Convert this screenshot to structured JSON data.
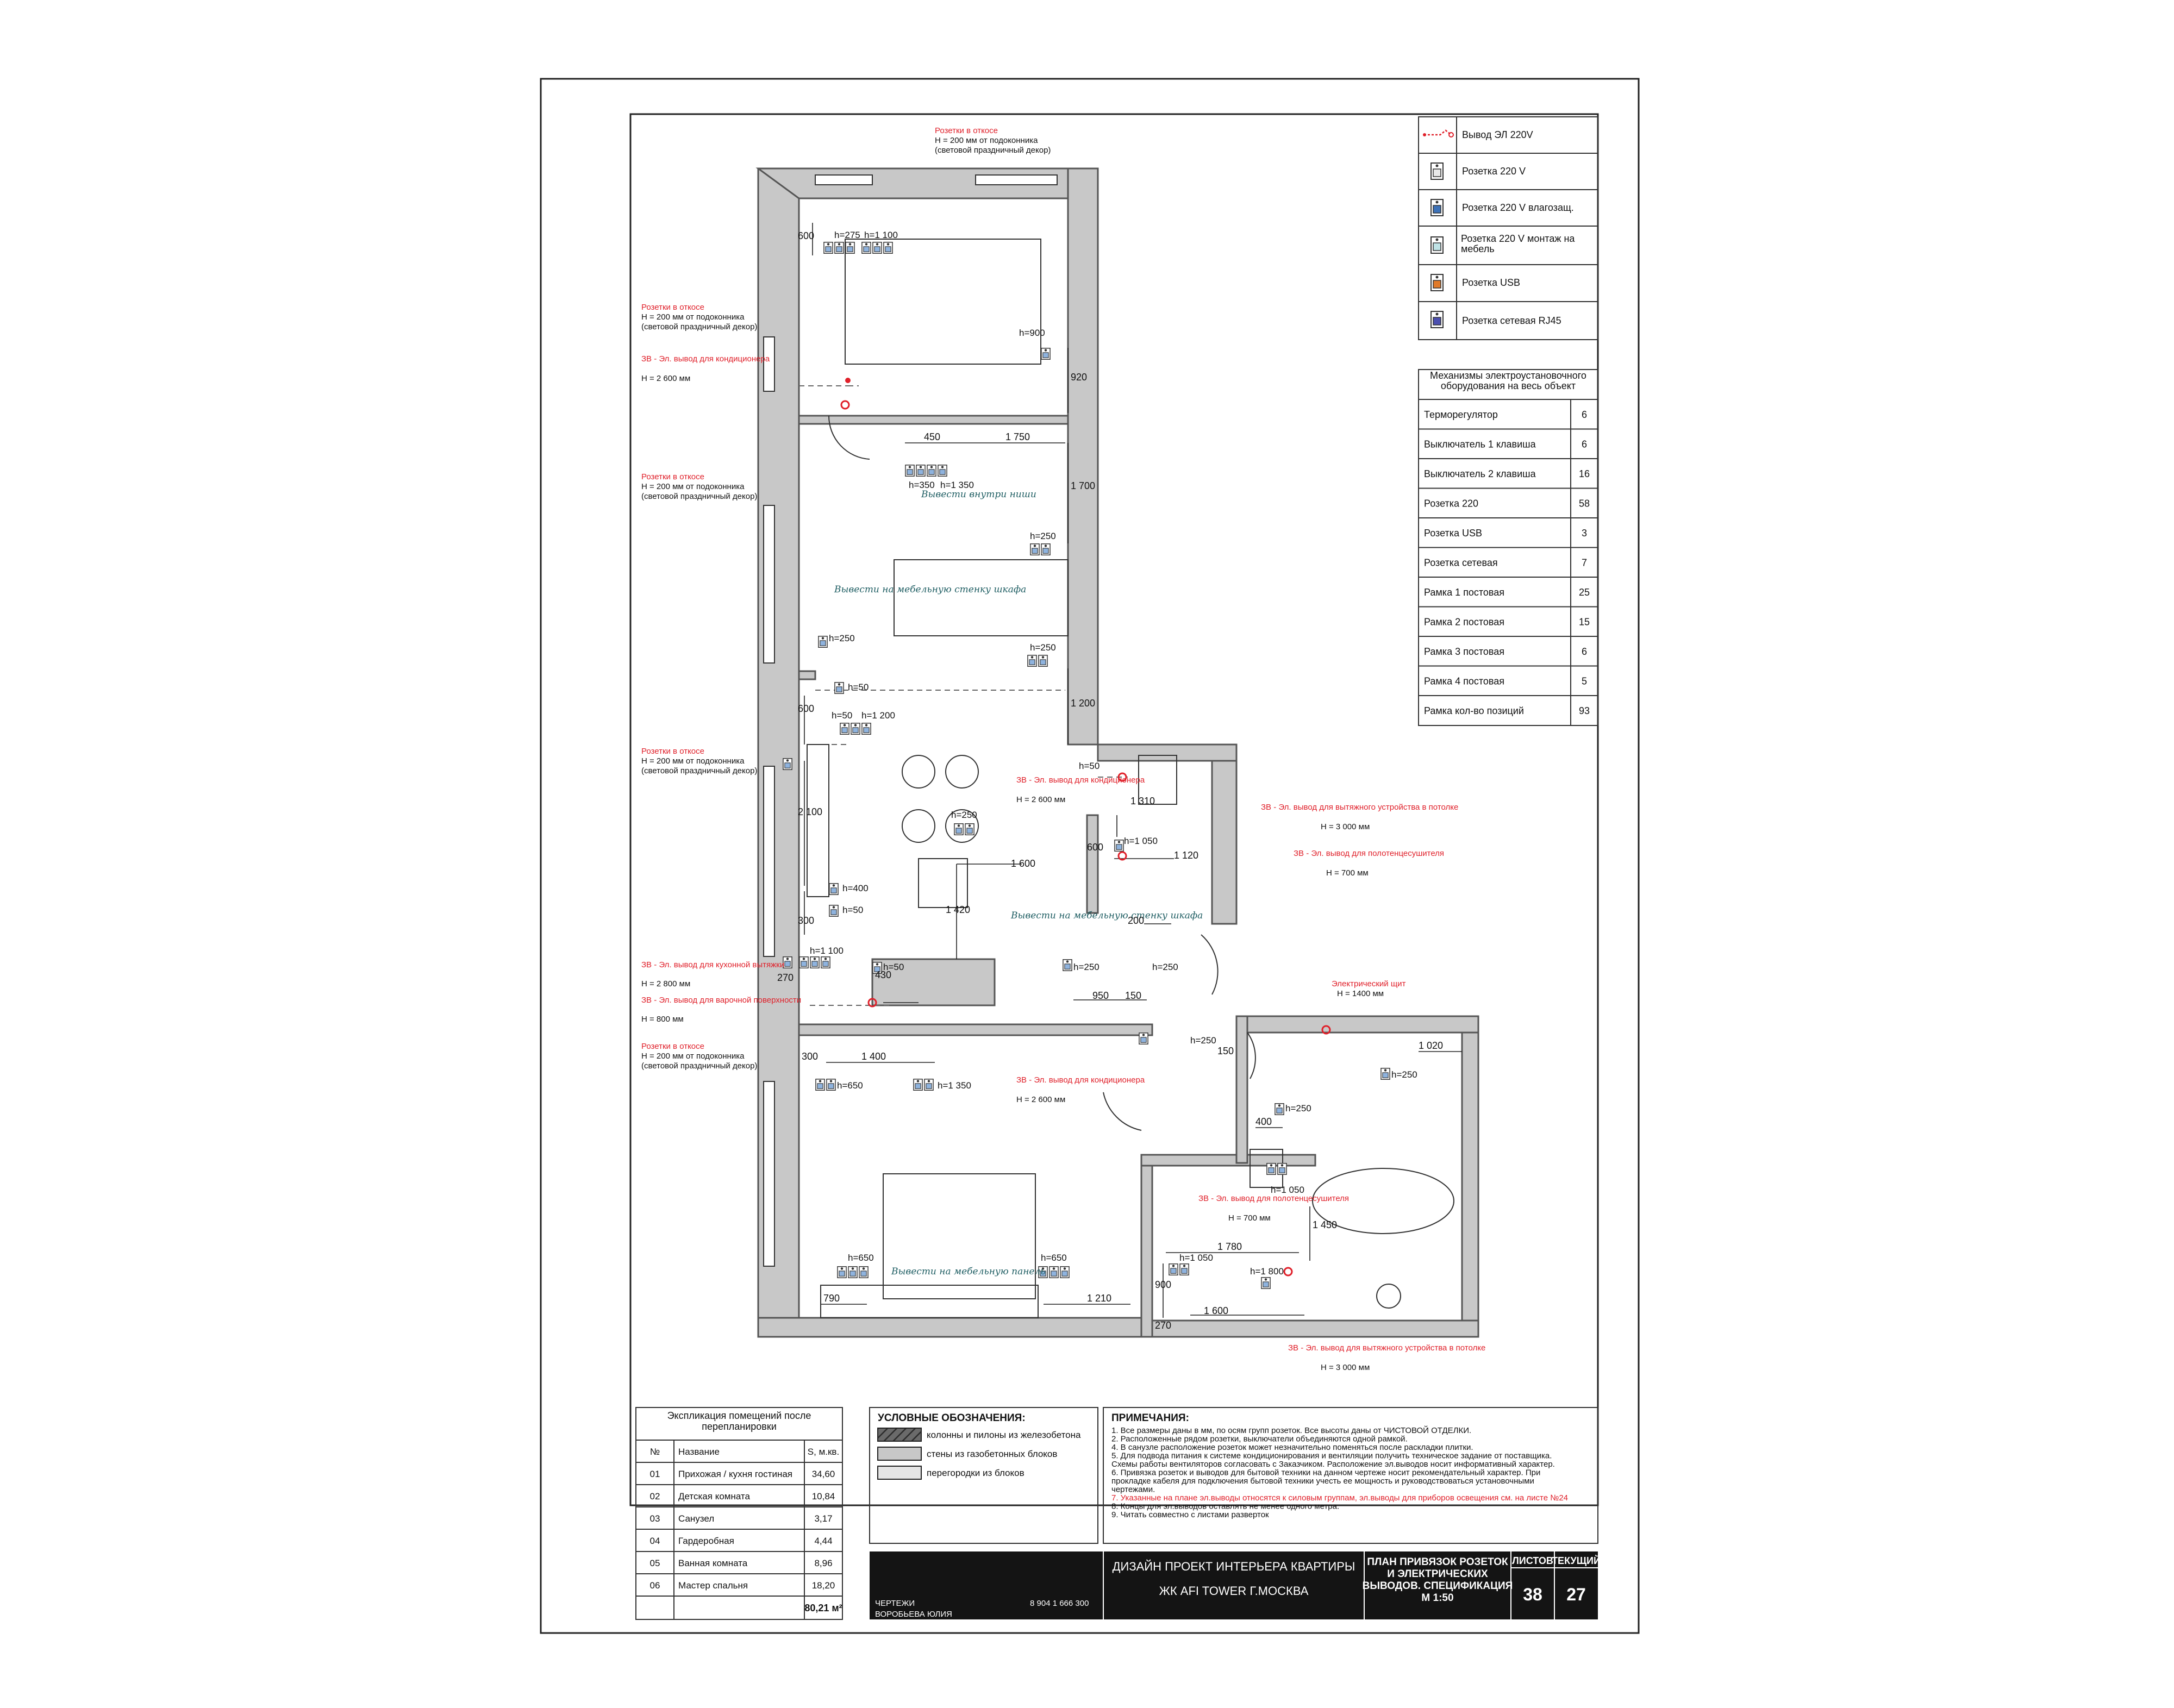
{
  "legend": [
    {
      "label": "Вывод ЭЛ 220V",
      "icon": "red-wire-icon"
    },
    {
      "label": "Розетка 220 V",
      "icon": "socket-icon"
    },
    {
      "label": "Розетка 220 V влагозащ.",
      "icon": "socket-waterproof-icon"
    },
    {
      "label": "Розетка 220 V монтаж на мебель",
      "icon": "socket-furniture-icon"
    },
    {
      "label": "Розетка USB",
      "icon": "socket-usb-icon"
    },
    {
      "label": "Розетка сетевая  RJ45",
      "icon": "socket-rj45-icon"
    }
  ],
  "mechanisms": {
    "title": "Механизмы электроустановочного оборудования на весь объект",
    "rows": [
      {
        "name": "Терморегулятор",
        "count": "6"
      },
      {
        "name": "Выключатель 1 клавиша",
        "count": "6"
      },
      {
        "name": "Выключатель 2 клавиша",
        "count": "16"
      },
      {
        "name": "Розетка 220",
        "count": "58"
      },
      {
        "name": "Розетка  USB",
        "count": "3"
      },
      {
        "name": "Розетка сетевая",
        "count": "7"
      },
      {
        "name": "Рамка 1 постовая",
        "count": "25"
      },
      {
        "name": "Рамка 2 постовая",
        "count": "15"
      },
      {
        "name": "Рамка 3 постовая",
        "count": "6"
      },
      {
        "name": "Рамка 4 постовая",
        "count": "5"
      },
      {
        "name": "Рамка кол-во позиций",
        "count": "93"
      }
    ]
  },
  "notes_plan": {
    "sill_title": "Розетки в откосе",
    "sill_line1": "H = 200 мм от подоконника",
    "sill_line2": "(световой праздничный декор)",
    "ac_title": "ЗВ -  Эл. вывод для кондиционера",
    "ac_line": "H = 2 600 мм",
    "hood_title": "ЗВ -  Эл. вывод для кухонной вытяжки",
    "hood_line": "H = 2 800 мм",
    "counter_title": "ЗВ -  Эл. вывод для варочной поверхности",
    "counter_line": "H = 800 мм",
    "exhaust_title": "ЗВ - Эл. вывод для вытяжного устройства в потолке",
    "exhaust_line": "H = 3 000 мм",
    "towel_title": "ЗВ -  Эл. вывод для полотенцесушителя",
    "towel_line": "H = 700 мм",
    "panel_title": "Электрический щит",
    "panel_line": "H = 1400 мм",
    "teal_tv": "Вывести внутри ниши",
    "teal_wardrobe": "Вывести на мебельную стенку шкафа",
    "teal_furniture_wall": "Вывести на мебельную стенку шкафа",
    "teal_bed": "Вывести на мебельную панель"
  },
  "dims": {
    "d600a": "600",
    "d920": "920",
    "d450": "450",
    "d1750": "1 750",
    "d1700": "1 700",
    "d1200": "1 200",
    "d600b": "600",
    "d2100": "2 100",
    "d300a": "300",
    "d270": "270",
    "d430": "430",
    "d1310": "1 310",
    "d600c": "600",
    "d1120": "1 120",
    "d1600a": "1 600",
    "d1420": "1 420",
    "d200": "200",
    "d950": "950",
    "d150a": "150",
    "d300b": "300",
    "d1400": "1 400",
    "d1020": "1 020",
    "d400": "400",
    "d150b": "150",
    "d1450": "1 450",
    "d790": "790",
    "d1210": "1 210",
    "d1780": "1 780",
    "d900": "900",
    "d1600b": "1 600",
    "d270b": "270"
  },
  "heights": {
    "h275": "h=275",
    "h1100a": "h=1 100",
    "h900": "h=900",
    "h350": "h=350",
    "h1350a": "h=1 350",
    "h250a": "h=250",
    "h250b": "h=250",
    "h250c": "h=250",
    "h50a": "h=50",
    "h50b": "h=50",
    "h1200": "h=1 200",
    "h50c": "h=50",
    "h250d": "h=250",
    "h400": "h=400",
    "h50d": "h=50",
    "h1100b": "h=1 100",
    "h50e": "h=50",
    "h250e": "h=250",
    "h250f": "h=250",
    "h1050a": "h=1 050",
    "h250g": "h=250",
    "h650a": "h=650",
    "h1350b": "h=1 350",
    "h250h": "h=250",
    "h250i": "h=250",
    "h1050b": "h=1 050",
    "h650b": "h=650",
    "h650c": "h=650",
    "h1050c": "h=1 050",
    "h1800": "h=1 800"
  },
  "explication": {
    "title": "Экспликация помещений после перепланировки",
    "headers": [
      "№",
      "Название",
      "S, м.кв."
    ],
    "rows": [
      [
        "01",
        "Прихожая / кухня гостиная",
        "34,60"
      ],
      [
        "02",
        "Детская комната",
        "10,84"
      ],
      [
        "03",
        "Санузел",
        "3,17"
      ],
      [
        "04",
        "Гардеробная",
        "4,44"
      ],
      [
        "05",
        "Ванная комната",
        "8,96"
      ],
      [
        "06",
        "Мастер спальня",
        "18,20"
      ]
    ],
    "total": "80,21 м²"
  },
  "symbols": {
    "title": "УСЛОВНЫЕ ОБОЗНАЧЕНИЯ:",
    "items": [
      {
        "label": "колонны и пилоны из железобетона",
        "color": "#555555"
      },
      {
        "label": "стены из газобетонных блоков",
        "color": "#c8c8c8"
      },
      {
        "label": "перегородки из блоков",
        "color": "#e6e6e6"
      }
    ]
  },
  "remarks": {
    "title": "ПРИМЕЧАНИЯ:",
    "lines": [
      "1. Все размеры даны в мм, по осям групп розеток. Все высоты даны от ЧИСТОВОЙ ОТДЕЛКИ.",
      "2. Расположенные рядом розетки, выключатели объединяются одной рамкой.",
      "4. В санузле расположение розеток может незначительно поменяться после раскладки плитки.",
      "5. Для подвода питания к системе кондиционирования и вентиляции получить техническое задание от поставщика.",
      "Схемы работы вентиляторов согласовать с Заказчиком. Расположение эл.выводов носит информативный характер.",
      "6. Привязка розеток и выводов для бытовой техники на данном чертеже носит рекомендательный характер. При",
      "прокладке кабеля для подключения бытовой техники учесть ее мощность и руководствоваться установочными",
      "чертежами."
    ],
    "red_line": "7. Указанные на плане эл.выводы относятся к силовым группам, эл.выводы для приборов освещения см. на листе №24",
    "tail_lines": [
      "8. Концы для эл.выводов оставлять не менее одного метра.",
      "9. Читать совместно с листами разверток"
    ]
  },
  "titleblock": {
    "drawings_label": "ЧЕРТЕЖИ",
    "author": "ВОРОБЬЕВА ЮЛИЯ",
    "phone": "8 904 1 666 300",
    "project_line1": "ДИЗАЙН ПРОЕКТ ИНТЕРЬЕРА КВАРТИРЫ",
    "project_line2": "ЖК AFI TOWER Г.МОСКВА",
    "sheet_title1": "ПЛАН ПРИВЯЗОК РОЗЕТОК",
    "sheet_title2": "И ЭЛЕКТРИЧЕСКИХ",
    "sheet_title3": "ВЫВОДОВ. СПЕЦИФИКАЦИЯ",
    "sheet_title4": "М 1:50",
    "sheets_label": "ЛИСТОВ",
    "sheets_value": "38",
    "current_label": "ТЕКУЩИЙ",
    "current_value": "27"
  },
  "colors": {
    "wall": "#c8c8c8",
    "red": "#e0202a",
    "teal": "#1f5e63",
    "socket_blue": "#3d72b8",
    "usb_orange": "#e07a2a",
    "rj45_purple": "#4b4fb0"
  }
}
